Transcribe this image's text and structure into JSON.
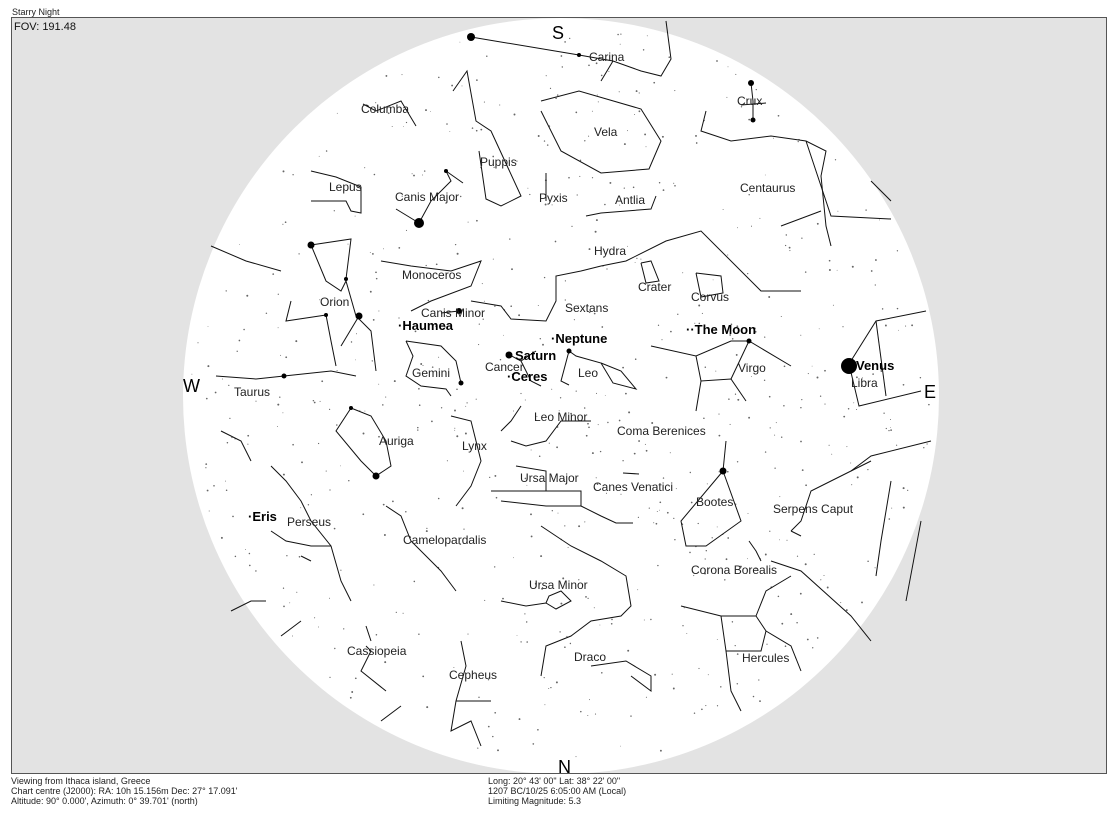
{
  "app": {
    "title": "Starry Night"
  },
  "chart": {
    "fov": "FOV: 191.48"
  },
  "directions": {
    "north": "N",
    "south": "S",
    "east": "E",
    "west": "W"
  },
  "constellations": [
    "Carina",
    "Crux",
    "Columba",
    "Vela",
    "Puppis",
    "Lepus",
    "Canis Major",
    "Pyxis",
    "Antlia",
    "Centaurus",
    "Hydra",
    "Monoceros",
    "Crater",
    "Corvus",
    "Orion",
    "Canis Minor",
    "Sextans",
    "Gemini",
    "Cancer",
    "Leo",
    "Virgo",
    "Libra",
    "Taurus",
    "Leo Minor",
    "Coma Berenices",
    "Auriga",
    "Lynx",
    "Ursa Major",
    "Canes Venatici",
    "Bootes",
    "Serpens Caput",
    "Perseus",
    "Camelopardalis",
    "Corona Borealis",
    "Ursa Minor",
    "Cassiopeia",
    "Draco",
    "Hercules",
    "Cepheus"
  ],
  "bodies": [
    "Haumea",
    "Saturn",
    "Neptune",
    "Ceres",
    "The Moon",
    "Venus",
    "Eris"
  ],
  "footer": {
    "viewing": "Viewing from Ithaca island, Greece",
    "chart_centre": "Chart centre (J2000): RA: 10h 15.156m Dec: 27° 17.091'",
    "altitude": "Altitude: 90° 0.000', Azimuth: 0° 39.701' (north)",
    "location": "Long: 20° 43' 00\" Lat: 38° 22' 00\"",
    "datetime": "1207 BC/10/25 6:05:00 AM (Local)",
    "limiting_magnitude": "Limiting Magnitude: 5.3"
  },
  "colors": {
    "sky": "#ffffff",
    "outside": "#e3e3e3",
    "lines": "#111111"
  }
}
